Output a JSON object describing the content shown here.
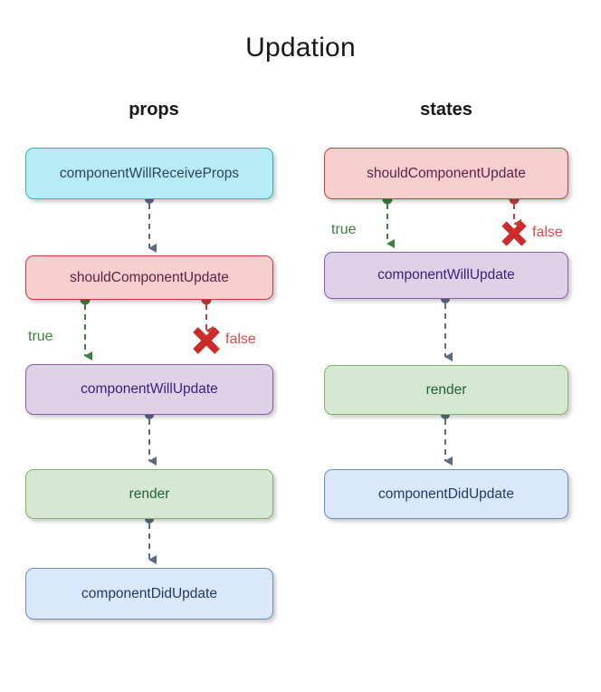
{
  "title": "Updation",
  "columns": [
    {
      "id": "props",
      "header": "props",
      "nodes": [
        {
          "label": "componentWillReceiveProps",
          "color": "cyan"
        },
        {
          "label": "shouldComponentUpdate",
          "color": "red"
        },
        {
          "label": "componentWillUpdate",
          "color": "purple"
        },
        {
          "label": "render",
          "color": "green"
        },
        {
          "label": "componentDidUpdate",
          "color": "blue"
        }
      ],
      "branch": {
        "true_label": "true",
        "false_label": "false"
      }
    },
    {
      "id": "states",
      "header": "states",
      "nodes": [
        {
          "label": "shouldComponentUpdate",
          "color": "red"
        },
        {
          "label": "componentWillUpdate",
          "color": "purple"
        },
        {
          "label": "render",
          "color": "green"
        },
        {
          "label": "componentDidUpdate",
          "color": "blue"
        }
      ],
      "branch": {
        "true_label": "true",
        "false_label": "false"
      }
    }
  ],
  "colors": {
    "cyan_fill": "#b7ecf6",
    "cyan_border": "#3aafae",
    "cyan_text": "#2e4259",
    "red_fill": "#f6cfce",
    "red_border": "#c43d3a",
    "red_text": "#5c2248",
    "purple_fill": "#ded2e9",
    "purple_border": "#8c5ba6",
    "purple_text": "#3b1e78",
    "green_fill": "#d6e8d3",
    "green_border": "#82b366",
    "green_text": "#1f6233",
    "blue_fill": "#dbe7fb",
    "blue_border": "#6c8ebf",
    "blue_text": "#1f3b63",
    "edge_gray": "#5a6b80",
    "edge_true_green": "#3f8040",
    "edge_false_red": "#cc3b3b",
    "background": "#ffffff"
  }
}
